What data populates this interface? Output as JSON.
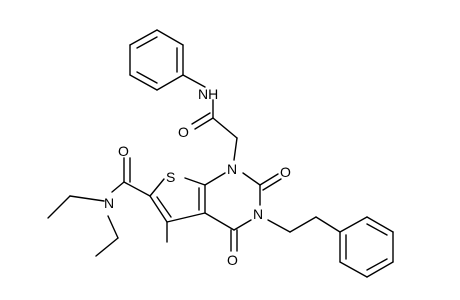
{
  "molecule": {
    "atoms": {
      "nh": "NH",
      "o_amide": "O",
      "n1": "N",
      "s": "S",
      "o2": "O",
      "n3": "N",
      "o4": "O",
      "o_carbox": "O",
      "n_diethyl": "N"
    }
  }
}
